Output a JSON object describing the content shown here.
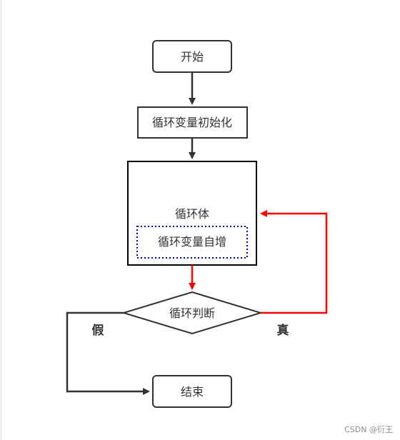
{
  "diagram": {
    "nodes": {
      "start": "开始",
      "init": "循环变量初始化",
      "body": "循环体",
      "increment": "循环变量自增",
      "condition": "循环判断",
      "end": "结束"
    },
    "edge_labels": {
      "false": "假",
      "true": "真"
    },
    "colors": {
      "normal_edge": "#333333",
      "loop_edge": "#ff0000",
      "inner_dotted_border": "#0000cc"
    }
  },
  "watermark": "CSDN @衍王"
}
